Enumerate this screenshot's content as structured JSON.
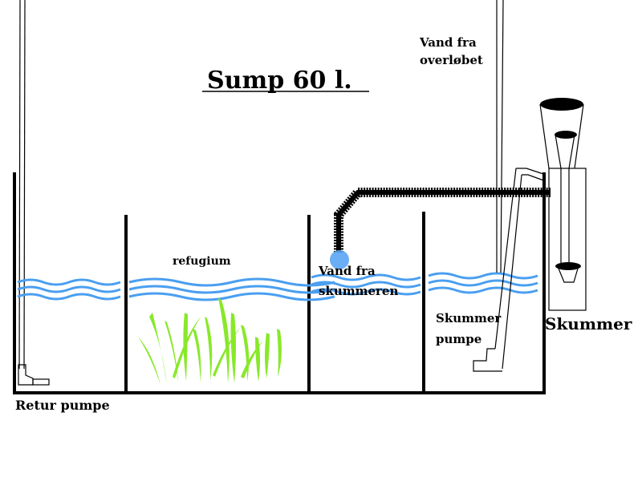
{
  "title": "Sump 60 l.",
  "labels": {
    "inflow_overflow": [
      "Vand fra",
      "overløbet"
    ],
    "refugium": "refugium",
    "inflow_skimmer": [
      "Vand fra",
      "skummeren"
    ],
    "skimmer_pump": [
      "Skummer",
      "pumpe"
    ],
    "skimmer": "Skummer",
    "return_pump": "Retur pumpe"
  },
  "colors": {
    "water": "#4a9ff0",
    "plants": "#88e82a",
    "outlet_glow": "#5aa6f5"
  }
}
